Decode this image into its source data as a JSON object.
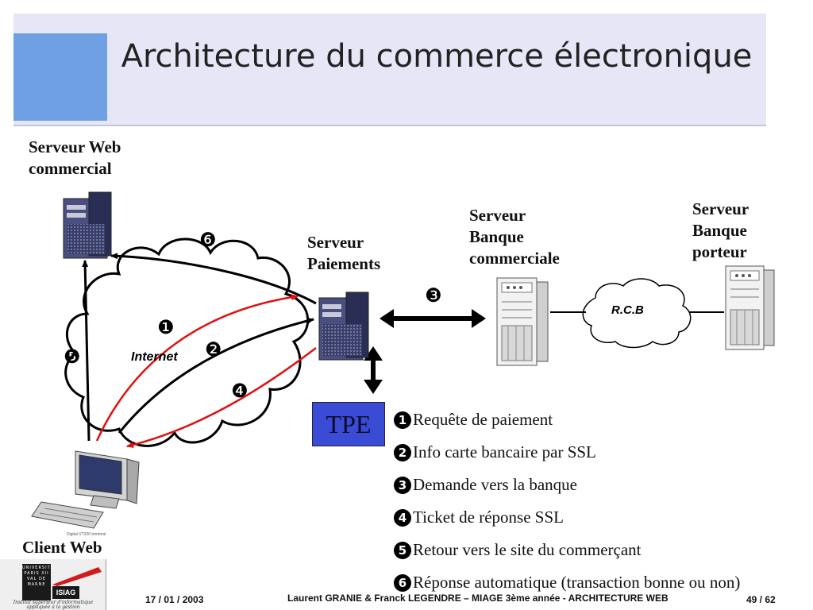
{
  "title": "Architecture du commerce électronique",
  "labels": {
    "web_server": [
      "Serveur Web",
      "commercial"
    ],
    "payment_server": [
      "Serveur",
      "Paiements"
    ],
    "merchant_bank": [
      "Serveur",
      "Banque",
      "commerciale"
    ],
    "card_bank": [
      "Serveur",
      "Banque",
      "porteur"
    ],
    "client": "Client Web",
    "internet": "Internet",
    "rcb": "R.C.B",
    "tpe": "TPE",
    "terminal_caption": "Digital VT320 terminal"
  },
  "step_markers": [
    "❶",
    "❷",
    "❸",
    "❹",
    "❺",
    "❻"
  ],
  "legend": [
    {
      "num": "1",
      "text": "Requête de paiement"
    },
    {
      "num": "2",
      "text": "Info carte bancaire par SSL"
    },
    {
      "num": "3",
      "text": "Demande vers la banque"
    },
    {
      "num": "4",
      "text": "Ticket de réponse SSL"
    },
    {
      "num": "5",
      "text": "Retour vers le site du commerçant"
    },
    {
      "num": "6",
      "text": "Réponse automatique (transaction bonne ou non)"
    }
  ],
  "footer": {
    "date": "17 / 01 / 2003",
    "authors": "Laurent GRANIE & Franck LEGENDRE – MIAGE 3ème année - ARCHITECTURE WEB",
    "page": "49 / 62"
  },
  "logo": {
    "university": "UNIVERSITÉ PARIS XII VAL DE MARNE",
    "brand": "ISIAG",
    "tagline": "Institut supérieur d'informatique appliquée à la gestion"
  },
  "colors": {
    "title_band": "#e6e6f7",
    "title_accent": "#6fa0e4",
    "tpe_fill": "#3a4bd6",
    "arrow_red": "#e01010",
    "arrow_black": "#000000"
  }
}
